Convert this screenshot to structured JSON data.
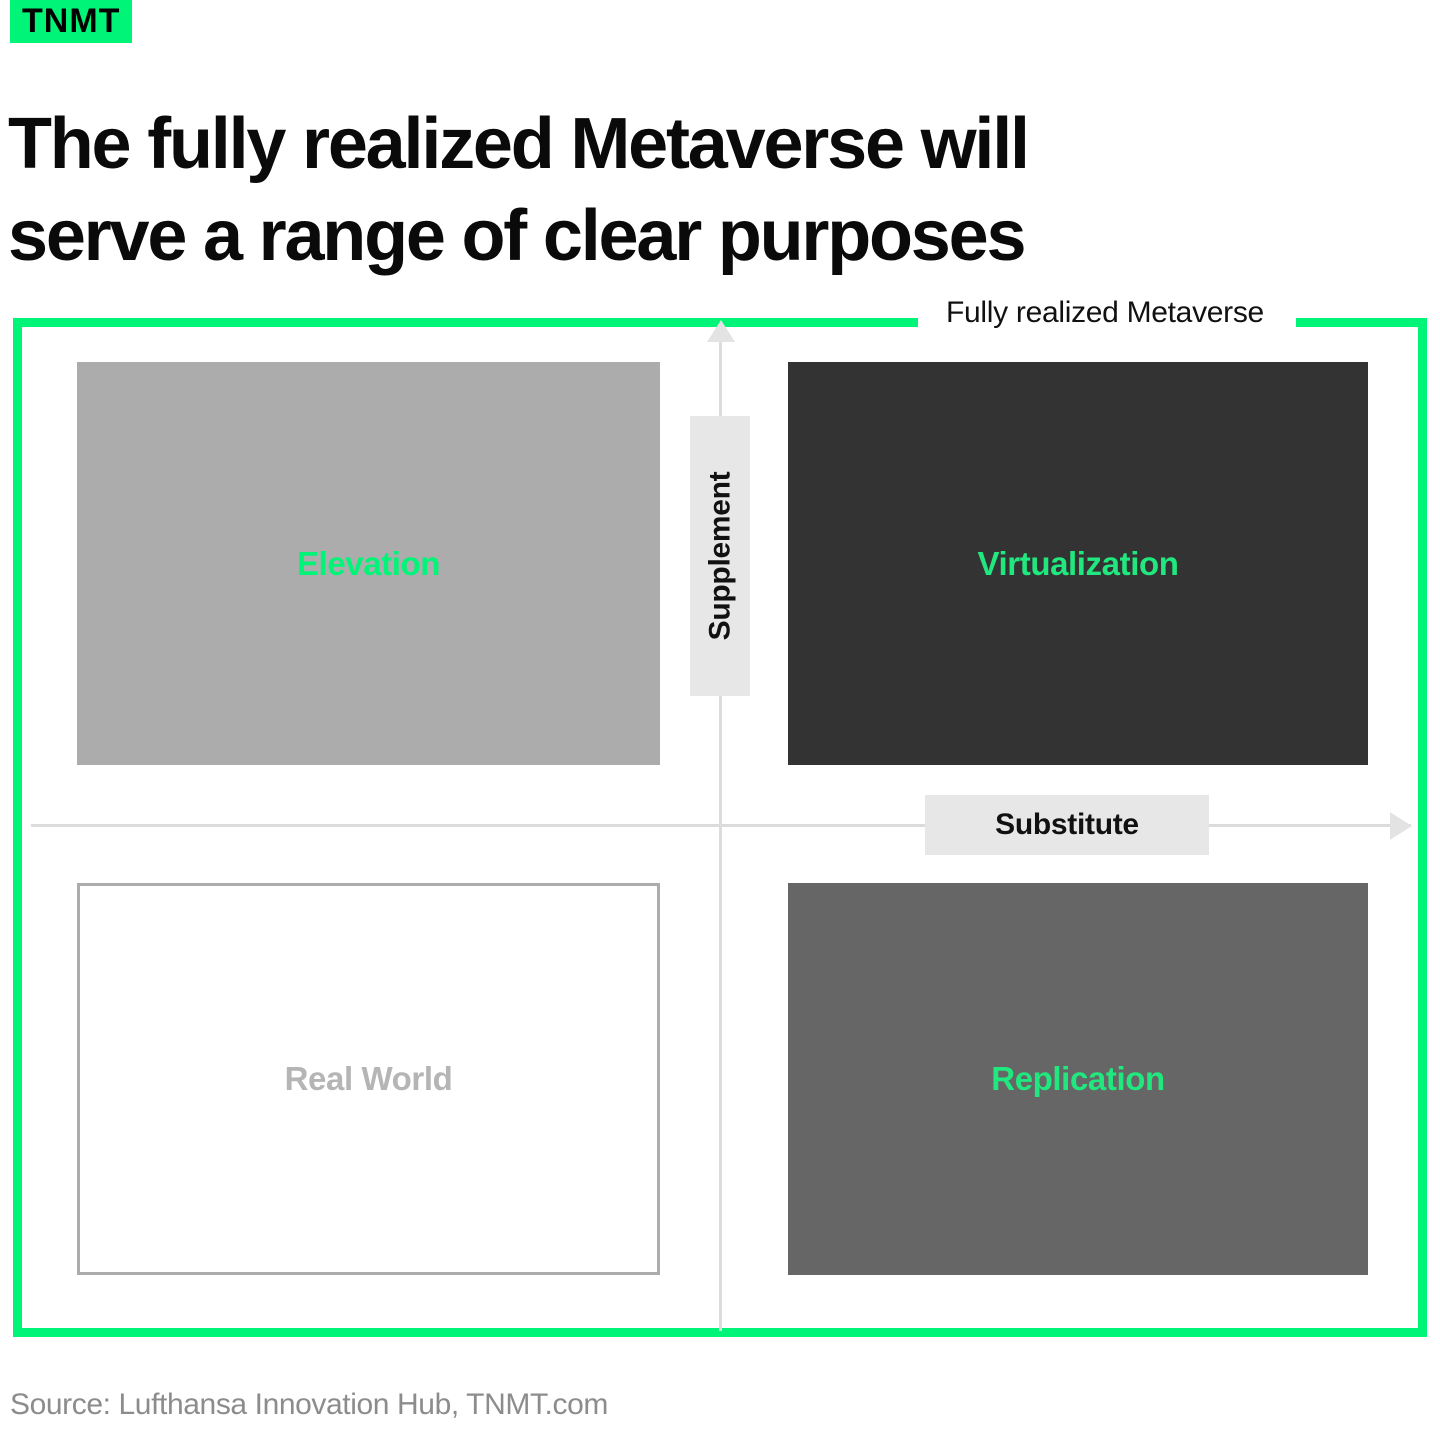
{
  "header": {
    "logo_text": "TNMT",
    "logo_bg_color": "#00F578",
    "title": "The fully realized Metaverse will\nserve a range of clear purposes"
  },
  "chart_data": {
    "type": "table",
    "title": "The fully realized Metaverse will serve a range of clear purposes",
    "frame_label": "Fully realized Metaverse",
    "frame_color": "#00F578",
    "xlabel": "Substitute",
    "ylabel": "Supplement",
    "grid": false,
    "legend_position": "none",
    "axes": {
      "x_axis_label": "Substitute",
      "y_axis_label": "Supplement",
      "x_arrow": "right",
      "y_arrow": "up",
      "axis_color": "#DCDCDC"
    },
    "categories": [
      "Elevation",
      "Virtualization",
      "Real World",
      "Replication"
    ],
    "quadrants": [
      {
        "label": "Elevation",
        "position": "top-left",
        "fill_color": "#ACACAC",
        "label_color": "#00F578"
      },
      {
        "label": "Virtualization",
        "position": "top-right",
        "fill_color": "#333333",
        "label_color": "#20E87E"
      },
      {
        "label": "Real World",
        "position": "bottom-left",
        "fill_color": "#FFFFFF",
        "label_color": "#B5B5B5"
      },
      {
        "label": "Replication",
        "position": "bottom-right",
        "fill_color": "#666666",
        "label_color": "#20E87E"
      }
    ]
  },
  "footer": {
    "source": "Source: Lufthansa Innovation Hub, TNMT.com"
  }
}
